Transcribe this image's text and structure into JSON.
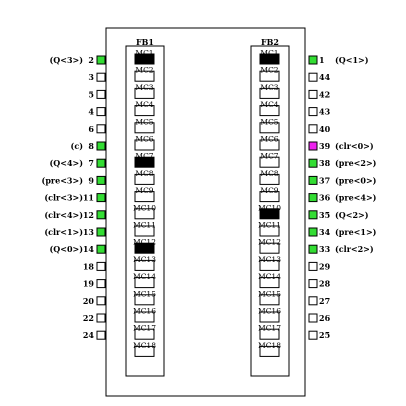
{
  "colors": {
    "used_pin": "#33dd33",
    "special_pin": "#ee22ee",
    "used_macrocell": "#000000",
    "unused": "#ffffff",
    "line": "#000000"
  },
  "function_blocks": [
    {
      "title": "FB1",
      "macrocells": [
        {
          "label": "MC1",
          "used": true
        },
        {
          "label": "MC2",
          "used": false
        },
        {
          "label": "MC3",
          "used": false
        },
        {
          "label": "MC4",
          "used": false
        },
        {
          "label": "MC5",
          "used": false
        },
        {
          "label": "MC6",
          "used": false
        },
        {
          "label": "MC7",
          "used": true
        },
        {
          "label": "MC8",
          "used": false
        },
        {
          "label": "MC9",
          "used": false
        },
        {
          "label": "MC10",
          "used": false
        },
        {
          "label": "MC11",
          "used": false
        },
        {
          "label": "MC12",
          "used": true
        },
        {
          "label": "MC13",
          "used": false
        },
        {
          "label": "MC14",
          "used": false
        },
        {
          "label": "MC15",
          "used": false
        },
        {
          "label": "MC16",
          "used": false
        },
        {
          "label": "MC17",
          "used": false
        },
        {
          "label": "MC18",
          "used": false
        }
      ]
    },
    {
      "title": "FB2",
      "macrocells": [
        {
          "label": "MC1",
          "used": true
        },
        {
          "label": "MC2",
          "used": false
        },
        {
          "label": "MC3",
          "used": false
        },
        {
          "label": "MC4",
          "used": false
        },
        {
          "label": "MC5",
          "used": false
        },
        {
          "label": "MC6",
          "used": false
        },
        {
          "label": "MC7",
          "used": false
        },
        {
          "label": "MC8",
          "used": false
        },
        {
          "label": "MC9",
          "used": false
        },
        {
          "label": "MC10",
          "used": true
        },
        {
          "label": "MC11",
          "used": false
        },
        {
          "label": "MC12",
          "used": false
        },
        {
          "label": "MC13",
          "used": false
        },
        {
          "label": "MC14",
          "used": false
        },
        {
          "label": "MC15",
          "used": false
        },
        {
          "label": "MC16",
          "used": false
        },
        {
          "label": "MC17",
          "used": false
        },
        {
          "label": "MC18",
          "used": false
        }
      ]
    }
  ],
  "left_pins": [
    {
      "number": "2",
      "signal": "(Q<3>)",
      "state": "used"
    },
    {
      "number": "3",
      "signal": "",
      "state": "unused"
    },
    {
      "number": "5",
      "signal": "",
      "state": "unused"
    },
    {
      "number": "4",
      "signal": "",
      "state": "unused"
    },
    {
      "number": "6",
      "signal": "",
      "state": "unused"
    },
    {
      "number": "8",
      "signal": "(c)",
      "state": "used"
    },
    {
      "number": "7",
      "signal": "(Q<4>)",
      "state": "used"
    },
    {
      "number": "9",
      "signal": "(pre<3>)",
      "state": "used"
    },
    {
      "number": "11",
      "signal": "(clr<3>)",
      "state": "used"
    },
    {
      "number": "12",
      "signal": "(clr<4>)",
      "state": "used"
    },
    {
      "number": "13",
      "signal": "(clr<1>)",
      "state": "used"
    },
    {
      "number": "14",
      "signal": "(Q<0>)",
      "state": "used"
    },
    {
      "number": "18",
      "signal": "",
      "state": "unused"
    },
    {
      "number": "19",
      "signal": "",
      "state": "unused"
    },
    {
      "number": "20",
      "signal": "",
      "state": "unused"
    },
    {
      "number": "22",
      "signal": "",
      "state": "unused"
    },
    {
      "number": "24",
      "signal": "",
      "state": "unused"
    }
  ],
  "right_pins": [
    {
      "number": "1",
      "signal": "(Q<1>)",
      "state": "used"
    },
    {
      "number": "44",
      "signal": "",
      "state": "unused"
    },
    {
      "number": "42",
      "signal": "",
      "state": "unused"
    },
    {
      "number": "43",
      "signal": "",
      "state": "unused"
    },
    {
      "number": "40",
      "signal": "",
      "state": "unused"
    },
    {
      "number": "39",
      "signal": "(clr<0>)",
      "state": "special"
    },
    {
      "number": "38",
      "signal": "(pre<2>)",
      "state": "used"
    },
    {
      "number": "37",
      "signal": "(pre<0>)",
      "state": "used"
    },
    {
      "number": "36",
      "signal": "(pre<4>)",
      "state": "used"
    },
    {
      "number": "35",
      "signal": "(Q<2>)",
      "state": "used"
    },
    {
      "number": "34",
      "signal": "(pre<1>)",
      "state": "used"
    },
    {
      "number": "33",
      "signal": "(clr<2>)",
      "state": "used"
    },
    {
      "number": "29",
      "signal": "",
      "state": "unused"
    },
    {
      "number": "28",
      "signal": "",
      "state": "unused"
    },
    {
      "number": "27",
      "signal": "",
      "state": "unused"
    },
    {
      "number": "26",
      "signal": "",
      "state": "unused"
    },
    {
      "number": "25",
      "signal": "",
      "state": "unused"
    }
  ]
}
